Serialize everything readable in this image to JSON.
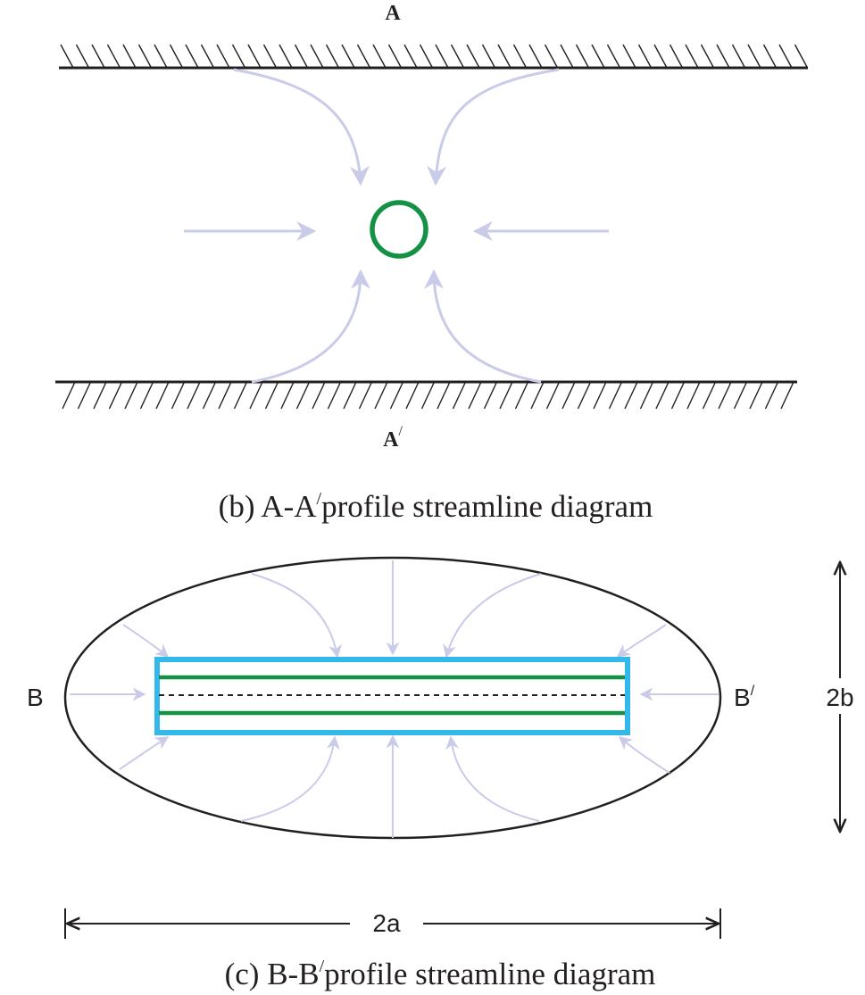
{
  "colors": {
    "ink": "#231f20",
    "flow_arrow": "#c9cbe8",
    "wellbore": "#139245",
    "fracture_zone": "#33b9e9"
  },
  "panel_b": {
    "top_label": "A",
    "bottom_label_base": "A",
    "bottom_label_prime": "/",
    "caption_prefix": "(b) A-A",
    "caption_prime": "/",
    "caption_suffix": "profile streamline diagram"
  },
  "panel_c": {
    "left_label": "B",
    "right_label_base": "B",
    "right_label_prime": "/",
    "height_label": "2b",
    "width_label": "2a",
    "caption_prefix": "(c) B-B",
    "caption_prime": "/",
    "caption_suffix": "profile streamline diagram"
  }
}
